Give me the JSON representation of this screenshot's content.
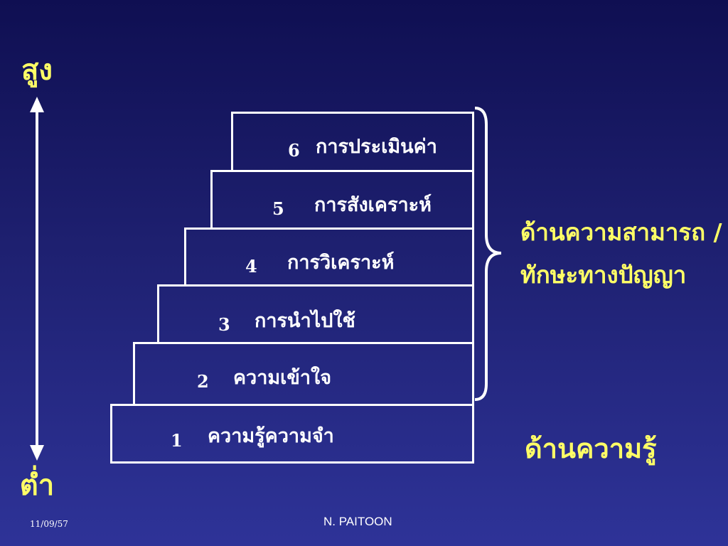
{
  "axis": {
    "top_label": "สูง",
    "bottom_label": "ต่ำ"
  },
  "levels": [
    {
      "number": "1",
      "label": "ความรู้ความจำ"
    },
    {
      "number": "2",
      "label": "ความเข้าใจ"
    },
    {
      "number": "3",
      "label": "การนำไปใช้"
    },
    {
      "number": "4",
      "label": "การวิเคราะห์"
    },
    {
      "number": "5",
      "label": "การสังเคราะห์"
    },
    {
      "number": "6",
      "label": "การประเมินค่า"
    }
  ],
  "groups": {
    "upper_line1": "ด้านความสามารถ /",
    "upper_line2": "ทักษะทางปัญญา",
    "lower": "ด้านความรู้"
  },
  "footer": {
    "date": "11/09/57",
    "author": "N. PAITOON"
  },
  "colors": {
    "background_top": "#0f0f52",
    "background_bottom": "#2e3398",
    "accent_text": "#ffff66",
    "lines": "#ffffff"
  }
}
